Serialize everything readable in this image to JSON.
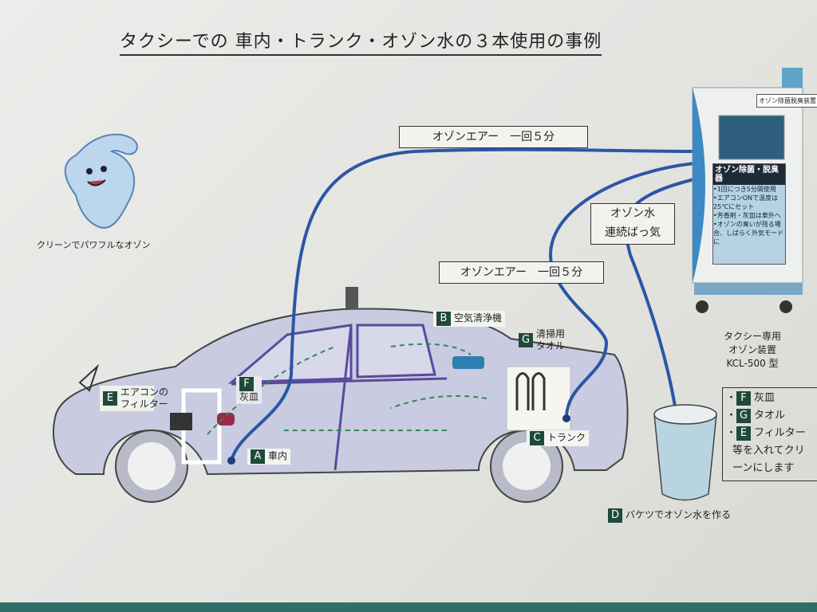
{
  "title": "タクシーでの 車内・トランク・オゾン水の３本使用の事例",
  "mascot_caption": "クリーンでパワフルなオゾン",
  "callouts": {
    "ozone_air_top": "オゾンエアー　一回５分",
    "ozone_air_mid": "オゾンエアー　一回５分",
    "ozone_water_line1": "オゾン水",
    "ozone_water_line2": "連続ばっ気"
  },
  "points": {
    "A": {
      "tag": "A",
      "label": "車内"
    },
    "B": {
      "tag": "B",
      "label": "空気清浄機"
    },
    "C": {
      "tag": "C",
      "label": "トランク"
    },
    "D": {
      "tag": "D",
      "label": "バケツでオゾン水を作る"
    },
    "E": {
      "tag": "E",
      "label_line1": "エアコンの",
      "label_line2": "フィルター"
    },
    "F": {
      "tag": "F",
      "label": "灰皿"
    },
    "G": {
      "tag": "G",
      "label_line1": "清掃用",
      "label_line2": "タオル"
    }
  },
  "device": {
    "sticker": "オゾン除菌脱臭装置",
    "panel_title": "オゾン除菌・脱臭器",
    "instructions": [
      "•1回につき5分間使用",
      "•エアコンONで温度は25℃にセット",
      "•芳香剤・灰皿は車外へ",
      "•オゾンの臭いが残る場合、しばらく外気モードに"
    ],
    "caption_line1": "タクシー専用",
    "caption_line2": "オゾン装置",
    "caption_line3": "KCL-500 型"
  },
  "legend": {
    "items": [
      {
        "tag": "F",
        "label": "灰皿"
      },
      {
        "tag": "G",
        "label": "タオル"
      },
      {
        "tag": "E",
        "label": "フィルター"
      }
    ],
    "note_line1": "等を入れてクリ",
    "note_line2": "ーンにします"
  },
  "colors": {
    "hose": "#2c56a6",
    "car": "#c9cbe0",
    "tag": "#1f4a3a"
  }
}
